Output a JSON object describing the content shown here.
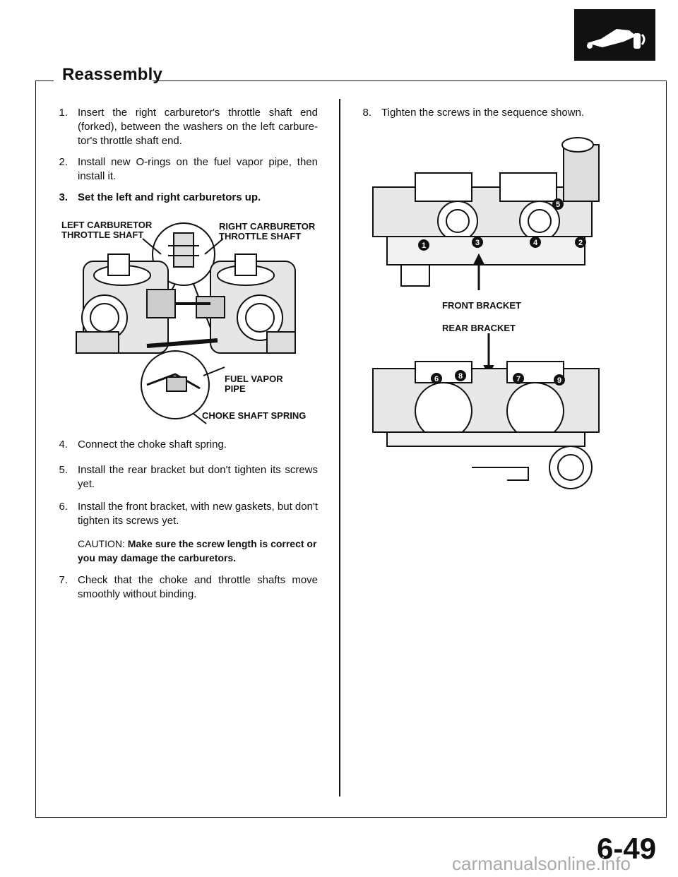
{
  "header": {
    "title": "Reassembly",
    "page_number": "6-49"
  },
  "left_steps": [
    {
      "num": "1.",
      "text": "Insert the right carburetor's throttle shaft end (forked), between the washers on the left carbure-tor's throttle shaft end."
    },
    {
      "num": "2.",
      "text": "Install new O-rings on the fuel vapor pipe, then install it."
    },
    {
      "num": "3.",
      "text": "Set the left and right carburetors up."
    },
    {
      "num": "4.",
      "text": "Connect the choke shaft spring."
    },
    {
      "num": "5.",
      "text": "Install the rear bracket but don't tighten its screws yet."
    },
    {
      "num": "6.",
      "text": "Install the front bracket, with new gaskets, but don't tighten its screws yet."
    },
    {
      "num": "7.",
      "text": "Check that the choke and throttle shafts move smoothly without binding."
    }
  ],
  "caution": {
    "label": "CAUTION:",
    "text": "Make sure the screw length is correct or you may damage the carburetors."
  },
  "left_figure": {
    "labels": {
      "left_shaft_1": "LEFT CARBURETOR",
      "left_shaft_2": "THROTTLE SHAFT",
      "right_shaft_1": "RIGHT CARBURETOR",
      "right_shaft_2": "THROTTLE SHAFT",
      "fuel_pipe_1": "FUEL VAPOR",
      "fuel_pipe_2": "PIPE",
      "choke_spring": "CHOKE SHAFT SPRING"
    }
  },
  "right_steps": [
    {
      "num": "8.",
      "text": "Tighten the screws in the sequence shown."
    }
  ],
  "right_figure": {
    "labels": {
      "front_bracket": "FRONT BRACKET",
      "rear_bracket": "REAR BRACKET"
    },
    "sequence_marks": [
      "1",
      "2",
      "3",
      "4",
      "5",
      "6",
      "7",
      "8",
      "9"
    ]
  },
  "watermark": "carmanualsonline.info"
}
